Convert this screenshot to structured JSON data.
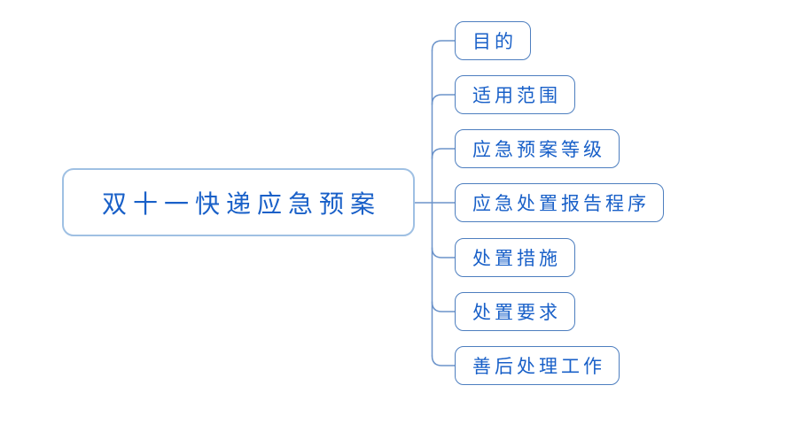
{
  "mindmap": {
    "root": {
      "label": "双十一快递应急预案"
    },
    "children": [
      {
        "label": "目的"
      },
      {
        "label": "适用范围"
      },
      {
        "label": "应急预案等级"
      },
      {
        "label": "应急处置报告程序"
      },
      {
        "label": "处置措施"
      },
      {
        "label": "处置要求"
      },
      {
        "label": "善后处理工作"
      }
    ],
    "colors": {
      "text": "#1960c8",
      "child_border": "#4d7ebf",
      "root_border": "#9fc0e3",
      "connector": "#6b93ca",
      "background": "#ffffff"
    }
  }
}
